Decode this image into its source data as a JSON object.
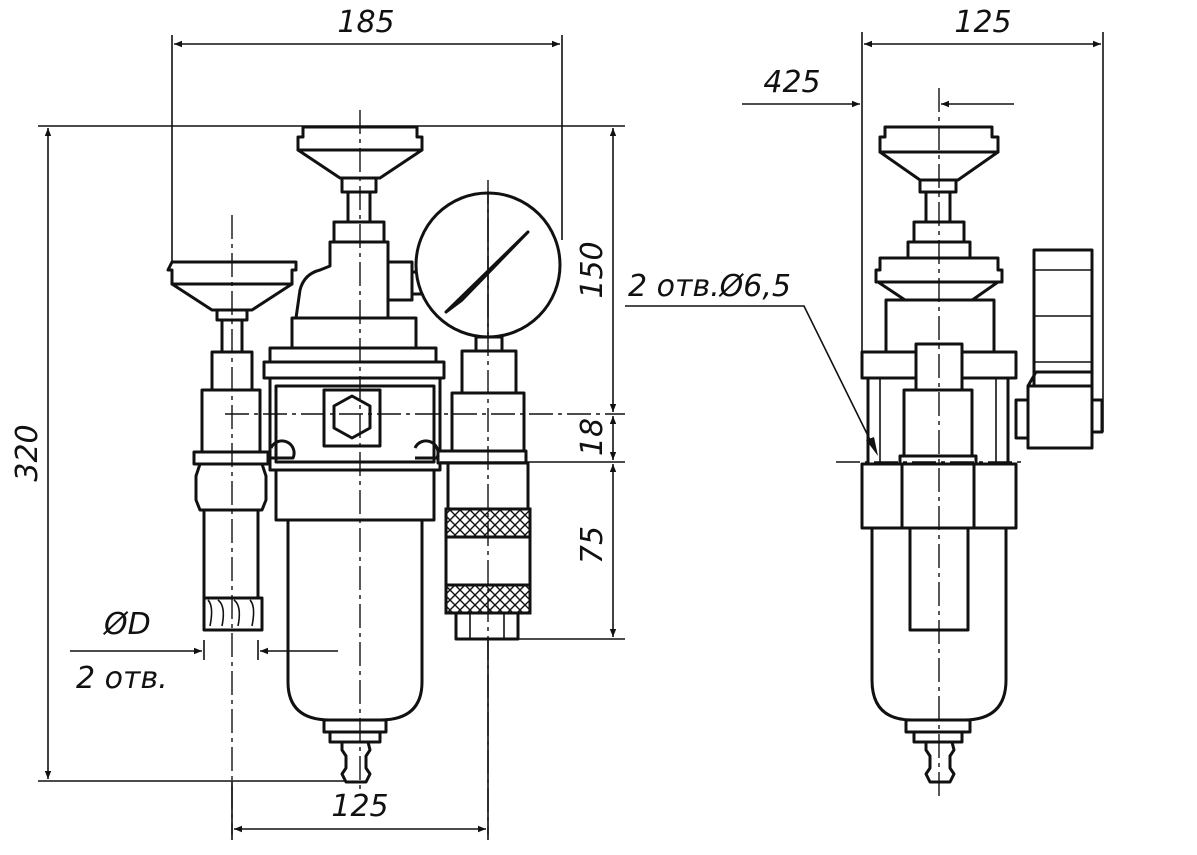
{
  "dimensions": {
    "width_top": "185",
    "width_right_top": "125",
    "offset_right": "425",
    "height_total": "320",
    "height_upper": "150",
    "height_mid": "18",
    "height_lower": "75",
    "width_bottom": "125"
  },
  "annotations": {
    "diameter_label": "ØD",
    "diameter_count": "2 отв.",
    "mount_holes": "2 отв.Ø6,5"
  }
}
